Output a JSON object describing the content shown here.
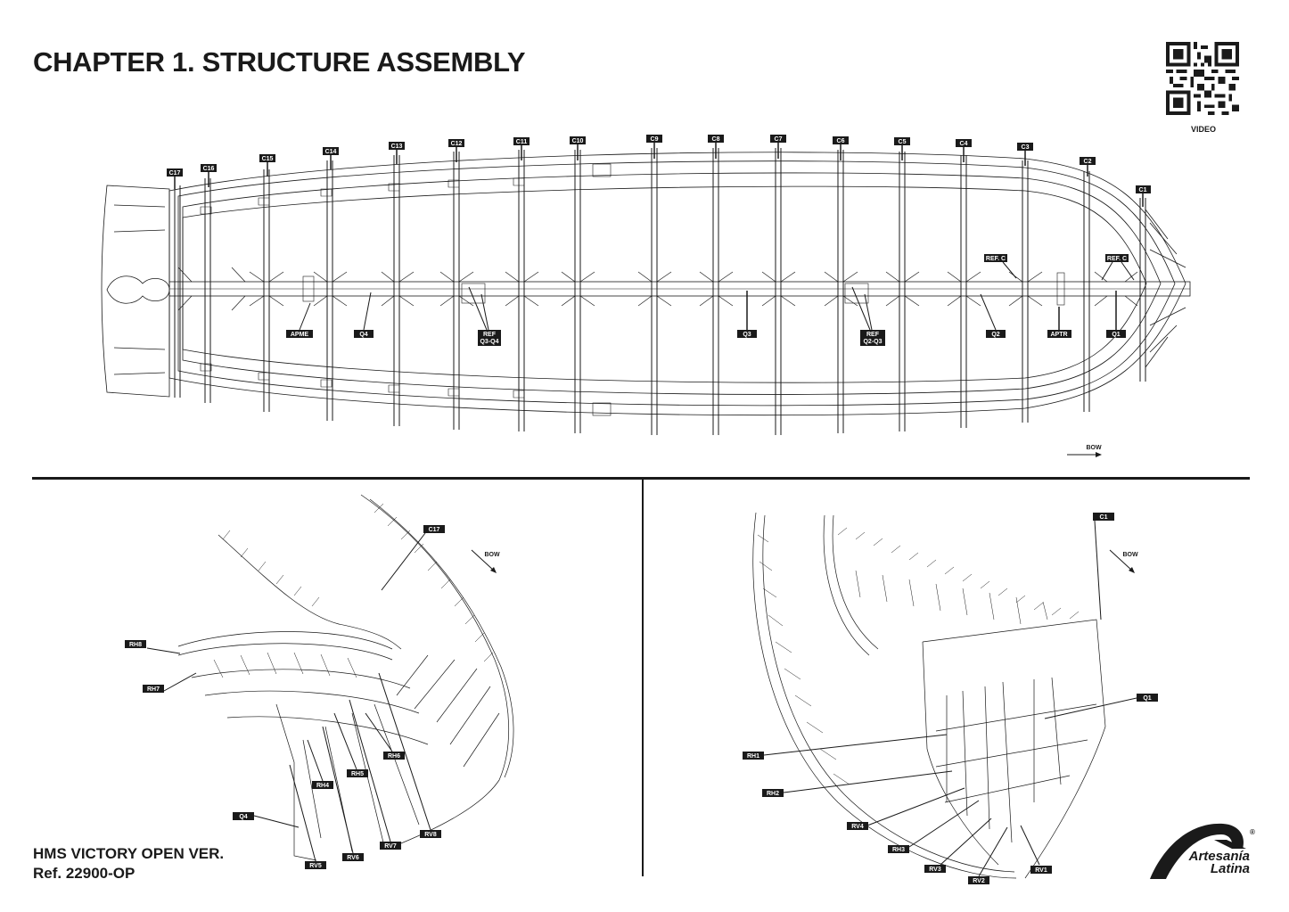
{
  "title": "CHAPTER 1. STRUCTURE ASSEMBLY",
  "video_label": "VIDEO",
  "direction_label": "BOW",
  "frame_labels": [
    "C1",
    "C2",
    "C3",
    "C4",
    "C5",
    "C6",
    "C7",
    "C8",
    "C9",
    "C10",
    "C11",
    "C12",
    "C13",
    "C14",
    "C15",
    "C16",
    "C17"
  ],
  "keel_labels": {
    "apme": "APME",
    "q4": "Q4",
    "ref_q3q4": [
      "REF",
      "Q3-Q4"
    ],
    "q3": "Q3",
    "ref_q2q3": [
      "REF",
      "Q2-Q3"
    ],
    "q2": "Q2",
    "aptr": "APTR",
    "q1": "Q1",
    "ref_c": "REF. C"
  },
  "stern_view_labels": [
    "C17",
    "RH8",
    "RH7",
    "RH6",
    "RH5",
    "RH4",
    "Q4",
    "RV5",
    "RV6",
    "RV7",
    "RV8"
  ],
  "bow_view_labels": [
    "C1",
    "Q1",
    "RH1",
    "RH2",
    "RV4",
    "RH3",
    "RV3",
    "RV2",
    "RV1"
  ],
  "model": {
    "name": "HMS VICTORY OPEN VER.",
    "ref": "Ref. 22900-OP"
  },
  "logo": {
    "line1": "Artesanía",
    "line2": "Latina",
    "mark": "®"
  },
  "colors": {
    "ink": "#1a1a1a",
    "paper": "#ffffff"
  }
}
